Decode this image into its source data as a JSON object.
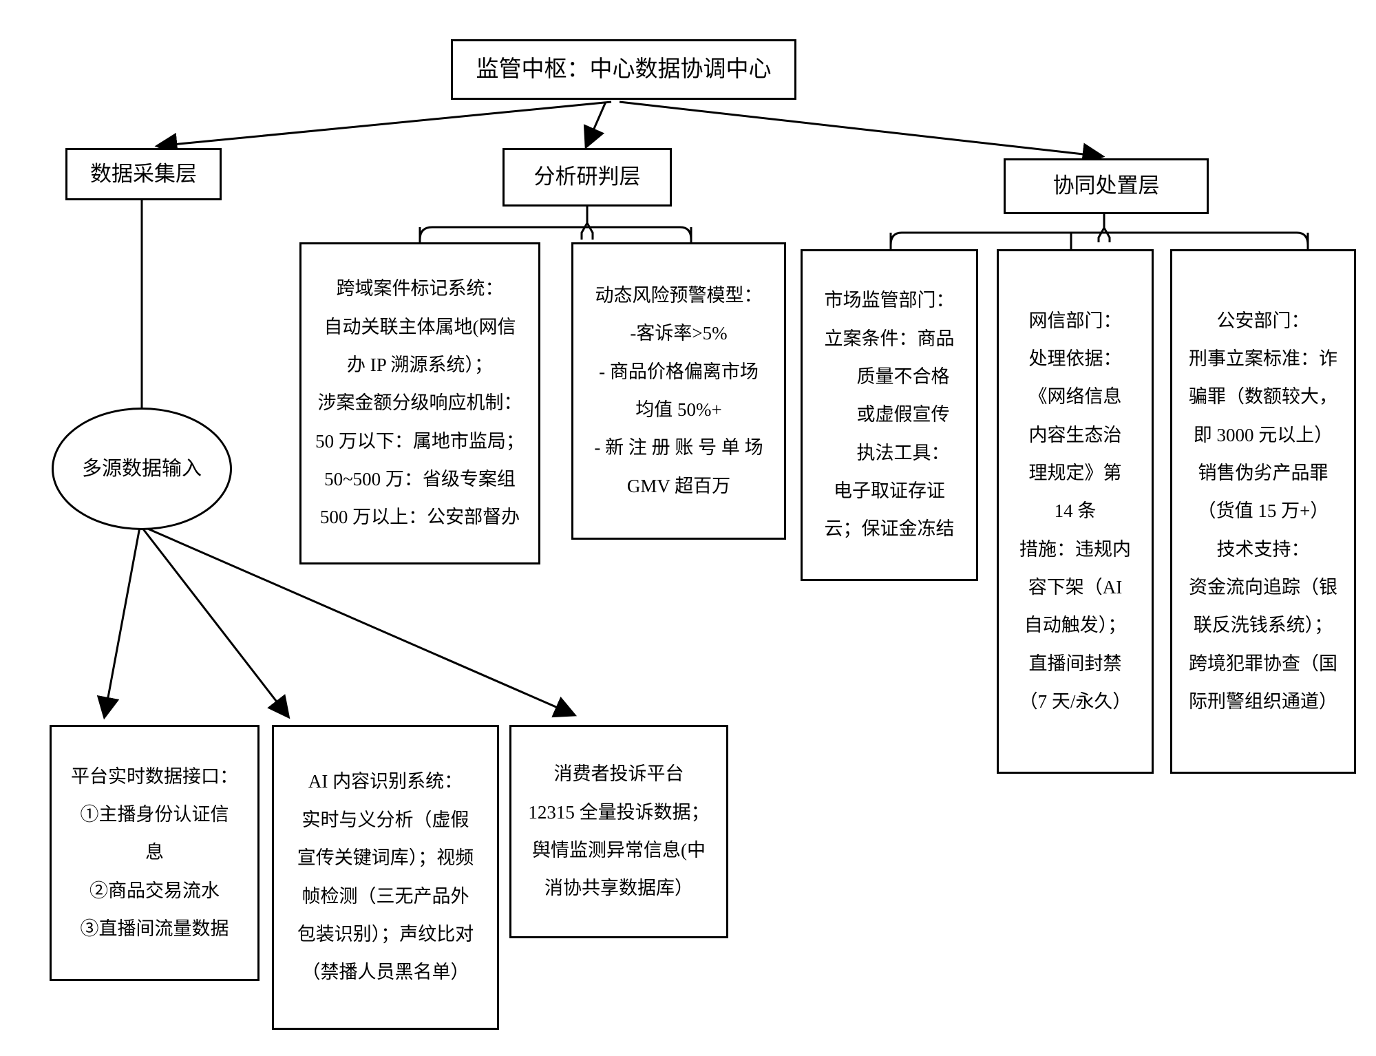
{
  "diagram": {
    "type": "flowchart",
    "title_node": {
      "label": "监管中枢：中心数据协调中心"
    },
    "layers": [
      {
        "id": "collection",
        "label": "数据采集层"
      },
      {
        "id": "analysis",
        "label": "分析研判层"
      },
      {
        "id": "disposal",
        "label": "协同处置层"
      }
    ],
    "ellipse": {
      "label": "多源数据输入"
    },
    "nodes": {
      "cross_case_system": {
        "lines": [
          "跨域案件标记系统：",
          "自动关联主体属地(网信",
          "办 IP 溯源系统）；",
          "涉案金额分级响应机制：",
          "50 万以下：属地市监局；",
          "50~500 万：省级专案组",
          "500 万以上：公安部督办"
        ]
      },
      "risk_model": {
        "lines": [
          "动态风险预警模型：",
          "-客诉率>5%",
          "- 商品价格偏离市场",
          "均值 50%+",
          "- 新 注 册 账 号 单 场",
          "GMV 超百万"
        ]
      },
      "market_supervision": {
        "lines": [
          "市场监管部门：",
          "立案条件：商品",
          "质量不合格",
          "或虚假宣传",
          "执法工具：",
          "电子取证存证",
          "云；保证金冻结"
        ]
      },
      "cyberspace_admin": {
        "lines": [
          "网信部门：",
          "处理依据：",
          "《网络信息",
          "内容生态治",
          "理规定》第",
          "14 条",
          "措施：违规内",
          "容下架（AI",
          "自动触发）；",
          "直播间封禁",
          "（7 天/永久）"
        ]
      },
      "public_security": {
        "lines": [
          "公安部门：",
          "刑事立案标准：诈",
          "骗罪（数额较大，",
          "即 3000 元以上）",
          "销售伪劣产品罪",
          "（货值 15 万+）",
          "技术支持：",
          "资金流向追踪（银",
          "联反洗钱系统）；",
          "跨境犯罪协查（国",
          "际刑警组织通道）"
        ]
      },
      "platform_api": {
        "lines": [
          "平台实时数据接口：",
          "①主播身份认证信",
          "息",
          "②商品交易流水",
          "③直播间流量数据"
        ]
      },
      "ai_recognition": {
        "lines": [
          "AI 内容识别系统：",
          "实时与义分析（虚假",
          "宣传关键词库）；视频",
          "帧检测（三无产品外",
          "包装识别）；声纹比对",
          "（禁播人员黑名单）"
        ]
      },
      "consumer_complaint": {
        "lines": [
          "消费者投诉平台",
          "12315 全量投诉数据；",
          "舆情监测异常信息(中",
          "消协共享数据库）"
        ]
      }
    },
    "colors": {
      "stroke": "#000000",
      "background": "#ffffff",
      "text": "#000000"
    }
  }
}
